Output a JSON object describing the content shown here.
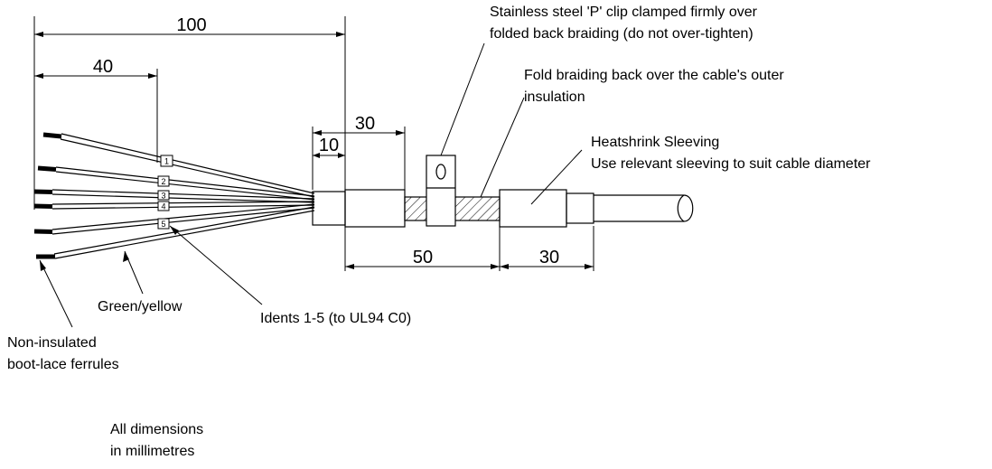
{
  "dimensions": {
    "d100": "100",
    "d40": "40",
    "d30_top": "30",
    "d10": "10",
    "d50": "50",
    "d30_bottom": "30"
  },
  "labels": {
    "p_clip_line1": "Stainless steel 'P' clip clamped firmly over",
    "p_clip_line2": "folded back braiding (do not over-tighten)",
    "fold_line1": "Fold braiding back over the cable's outer",
    "fold_line2": "insulation",
    "heatshrink_line1": "Heatshrink Sleeving",
    "heatshrink_line2": "Use relevant sleeving to suit cable diameter",
    "green_yellow": "Green/yellow",
    "idents": "Idents 1-5 (to UL94 C0)",
    "ferrules_line1": "Non-insulated",
    "ferrules_line2": "boot-lace ferrules",
    "units_line1": "All dimensions",
    "units_line2": "in millimetres"
  },
  "idents": [
    "1",
    "2",
    "3",
    "4",
    "5"
  ]
}
